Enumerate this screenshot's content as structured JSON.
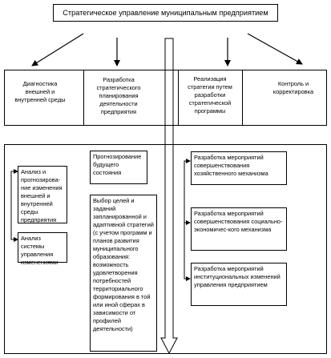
{
  "title": "Стратегическое управление муниципальным предприятием",
  "branches": [
    {
      "label": "Диагностика внешней и внутренней среды"
    },
    {
      "label": "Разработка стратегического планирования деятельности предприятия"
    },
    {
      "label": "Реализация стратегии путем разработки стратегической программы"
    },
    {
      "label": "Контроль и корректировка"
    }
  ],
  "diagnostics_items": [
    "Анализ и прогнозирова-ние изменения внешней и внутренней среды предприятия",
    "Анализ системы управления изменениями"
  ],
  "planning_items": [
    "Прогнозирование будущего состояния",
    "Выбор целей и заданий запланированной и адаптивной стратегий (с учетом программ и планов развития муниципального образования: возможность удовлетворения потребностей территориального формирования в той или иной сферах в зависимости от профилей деятельности)"
  ],
  "program_items": [
    "Разработка мероприятий совершенствования хозяйственного механизма",
    "Разработка мероприятий совершенствования социально-экономичес-кого механизма",
    "Разработка мероприятий институциональных изменений управления предприятием"
  ]
}
